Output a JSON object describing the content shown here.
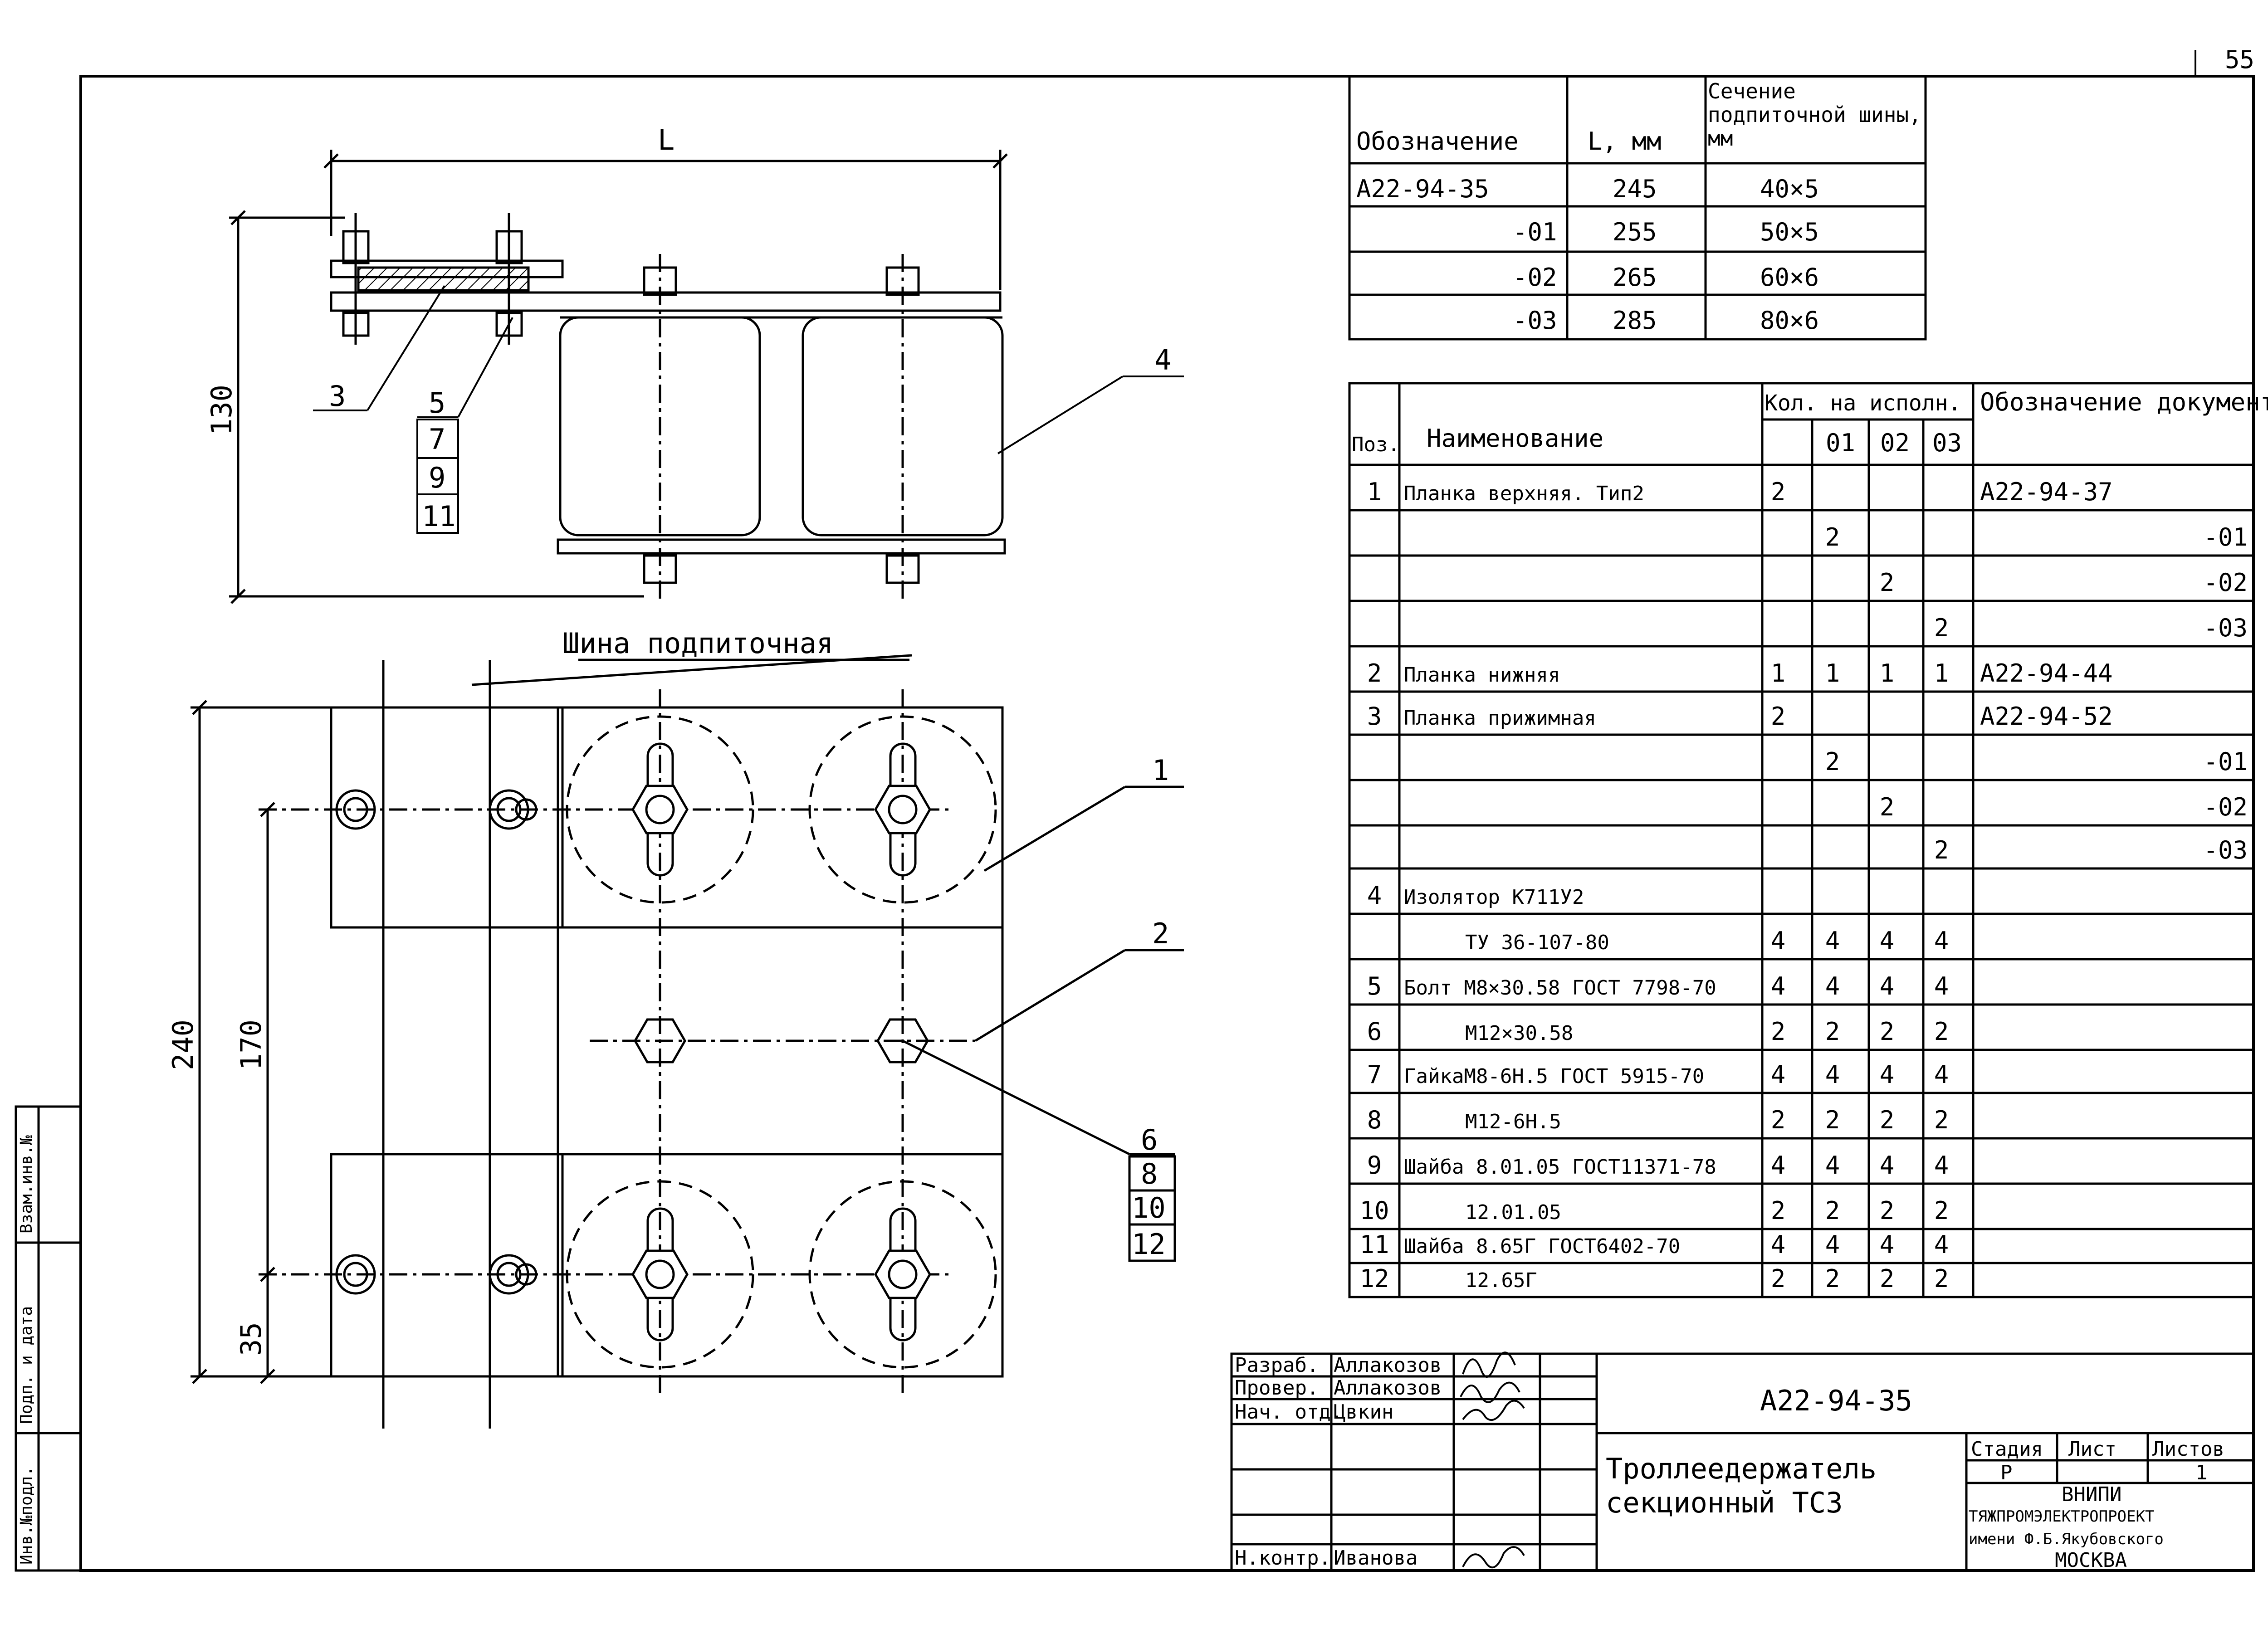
{
  "sheet_number": "55",
  "drawing": {
    "dim_L": "L",
    "dim_130": "130",
    "dim_240": "240",
    "dim_170": "170",
    "dim_35": "35",
    "callouts_top": [
      "3",
      "5",
      "7",
      "9",
      "11"
    ],
    "callout_insulator": "4",
    "callout_bar1": "1",
    "callout_bar2": "2",
    "callouts_bottom": [
      "6",
      "8",
      "10",
      "12"
    ],
    "bus_label": "Шина подпиточная"
  },
  "variants_table": {
    "headers": [
      "Обозначение",
      "L, мм",
      "Сечение подпиточной шины, мм"
    ],
    "rows": [
      [
        "А22-94-35",
        "245",
        "40×5"
      ],
      [
        "-01",
        "255",
        "50×5"
      ],
      [
        "-02",
        "265",
        "60×6"
      ],
      [
        "-03",
        "285",
        "80×6"
      ]
    ]
  },
  "spec_table": {
    "headers": {
      "pos": "Поз.",
      "name": "Наименование",
      "qty": "Кол. на исполн.",
      "qty_cols": [
        "",
        "01",
        "02",
        "03"
      ],
      "doc": "Обозначение документа"
    },
    "rows": [
      {
        "pos": "1",
        "name": "Планка верхняя. Тип2",
        "q": [
          "2",
          "",
          "",
          ""
        ],
        "doc": "А22-94-37"
      },
      {
        "pos": "",
        "name": "",
        "q": [
          "",
          "2",
          "",
          ""
        ],
        "doc": "-01"
      },
      {
        "pos": "",
        "name": "",
        "q": [
          "",
          "",
          "2",
          ""
        ],
        "doc": "-02"
      },
      {
        "pos": "",
        "name": "",
        "q": [
          "",
          "",
          "",
          "2"
        ],
        "doc": "-03"
      },
      {
        "pos": "2",
        "name": "Планка нижняя",
        "q": [
          "1",
          "1",
          "1",
          "1"
        ],
        "doc": "А22-94-44"
      },
      {
        "pos": "3",
        "name": "Планка прижимная",
        "q": [
          "2",
          "",
          "",
          ""
        ],
        "doc": "А22-94-52"
      },
      {
        "pos": "",
        "name": "",
        "q": [
          "",
          "2",
          "",
          ""
        ],
        "doc": "-01"
      },
      {
        "pos": "",
        "name": "",
        "q": [
          "",
          "",
          "2",
          ""
        ],
        "doc": "-02"
      },
      {
        "pos": "",
        "name": "",
        "q": [
          "",
          "",
          "",
          "2"
        ],
        "doc": "-03"
      },
      {
        "pos": "4",
        "name": "Изолятор К711У2",
        "q": [
          "",
          "",
          "",
          ""
        ],
        "doc": ""
      },
      {
        "pos": "",
        "name": "ТУ 36-107-80",
        "q": [
          "4",
          "4",
          "4",
          "4"
        ],
        "doc": ""
      },
      {
        "pos": "5",
        "name": "Болт М8×30.58 ГОСТ 7798-70",
        "q": [
          "4",
          "4",
          "4",
          "4"
        ],
        "doc": ""
      },
      {
        "pos": "6",
        "name": "М12×30.58",
        "q": [
          "2",
          "2",
          "2",
          "2"
        ],
        "doc": ""
      },
      {
        "pos": "7",
        "name": "ГайкаМ8-6Н.5 ГОСТ 5915-70",
        "q": [
          "4",
          "4",
          "4",
          "4"
        ],
        "doc": ""
      },
      {
        "pos": "8",
        "name": "М12-6Н.5",
        "q": [
          "2",
          "2",
          "2",
          "2"
        ],
        "doc": ""
      },
      {
        "pos": "9",
        "name": "Шайба 8.01.05 ГОСТ11371-78",
        "q": [
          "4",
          "4",
          "4",
          "4"
        ],
        "doc": ""
      },
      {
        "pos": "10",
        "name": "12.01.05",
        "q": [
          "2",
          "2",
          "2",
          "2"
        ],
        "doc": ""
      },
      {
        "pos": "11",
        "name": "Шайба 8.65Г ГОСТ6402-70",
        "q": [
          "4",
          "4",
          "4",
          "4"
        ],
        "doc": ""
      },
      {
        "pos": "12",
        "name": "12.65Г",
        "q": [
          "2",
          "2",
          "2",
          "2"
        ],
        "doc": ""
      }
    ]
  },
  "title_block": {
    "designation": "А22-94-35",
    "title_line1": "Троллеедержатель",
    "title_line2": "секционный ТСЗ",
    "signers": [
      {
        "role": "Разраб.",
        "name": "Аллакозов"
      },
      {
        "role": "Провер.",
        "name": "Аллакозов"
      },
      {
        "role": "Нач. отд.",
        "name": "Цвкин"
      },
      {
        "role": "Н.контр.",
        "name": "Иванова"
      }
    ],
    "stage_header": "Стадия",
    "sheet_header": "Лист",
    "sheets_header": "Листов",
    "stage": "Р",
    "sheets": "1",
    "org_line1": "ВНИПИ",
    "org_line2": "ТЯЖПРОМЭЛЕКТРОПРОЕКТ",
    "org_line3": "имени Ф.Б.Якубовского",
    "org_line4": "МОСКВА"
  },
  "side_stamp": [
    "Инв.№подл.",
    "Подп. и дата",
    "Взам.инв.№"
  ]
}
